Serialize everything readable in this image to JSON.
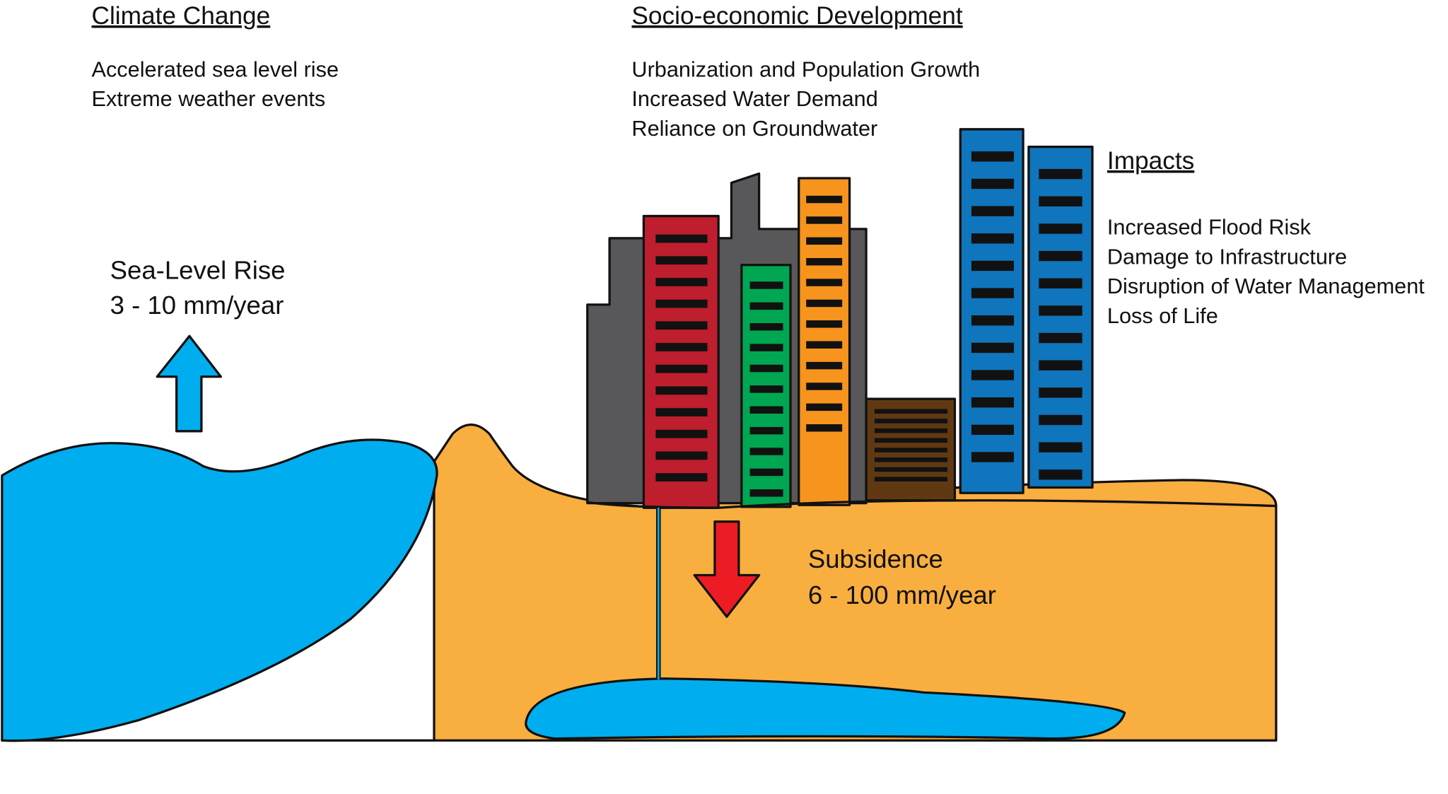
{
  "climate": {
    "heading": "Climate Change",
    "items": [
      "Accelerated sea level rise",
      "Extreme weather events"
    ]
  },
  "socio": {
    "heading": "Socio-economic Development",
    "items": [
      "Urbanization and Population Growth",
      "Increased Water Demand",
      "Reliance on Groundwater"
    ]
  },
  "impacts": {
    "heading": "Impacts",
    "items": [
      "Increased Flood Risk",
      "Damage to Infrastructure",
      "Disruption of Water Management",
      "Loss of Life"
    ]
  },
  "sea_level": {
    "label": "Sea-Level Rise",
    "rate": "3 - 10 mm/year"
  },
  "subsidence": {
    "label": "Subsidence",
    "rate": "6 - 100 mm/year"
  },
  "colors": {
    "ground": "#F9AE40",
    "water": "#00AEEF",
    "arrow_down": "#ED1C24",
    "building_gray": "#58585A",
    "building_red": "#BE1E2D",
    "building_green": "#00A651",
    "building_orange": "#F7941D",
    "building_brown": "#603913",
    "building_blue": "#0F75BC"
  }
}
